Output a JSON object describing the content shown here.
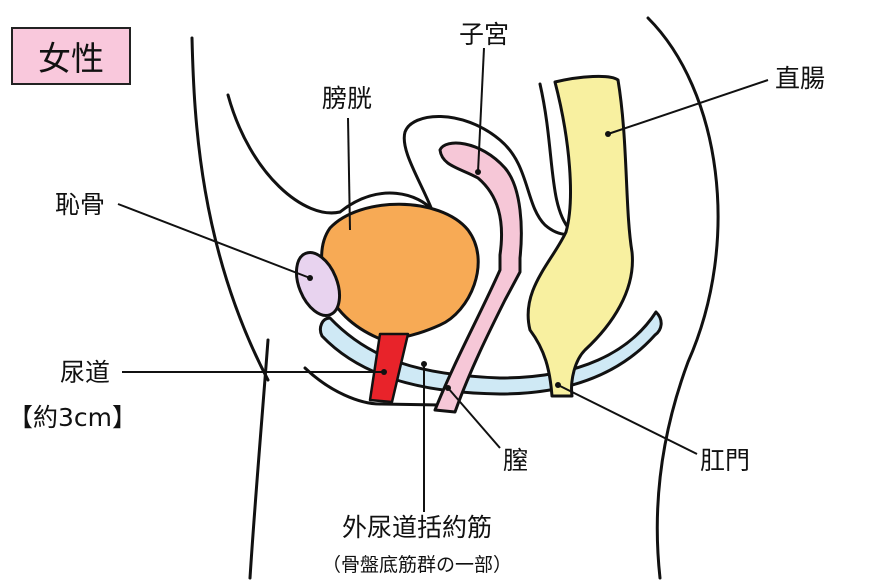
{
  "title": "女性",
  "labels": {
    "uterus": "子宮",
    "bladder": "膀胱",
    "rectum": "直腸",
    "pubic_bone": "恥骨",
    "urethra": "尿道",
    "urethra_length": "【約3cm】",
    "vagina": "膣",
    "anus": "肛門",
    "sphincter": "外尿道括約筋",
    "sphincter_note": "（骨盤底筋群の一部）"
  },
  "colors": {
    "badge": "#f9c8dc",
    "bladder": "#f7aa55",
    "uterus": "#f6c7d7",
    "rectum": "#f8f0a0",
    "pubic_bone": "#e8d3ef",
    "pelvic_floor": "#cfe9f5",
    "urethra": "#e8232a",
    "outline": "#111111"
  }
}
